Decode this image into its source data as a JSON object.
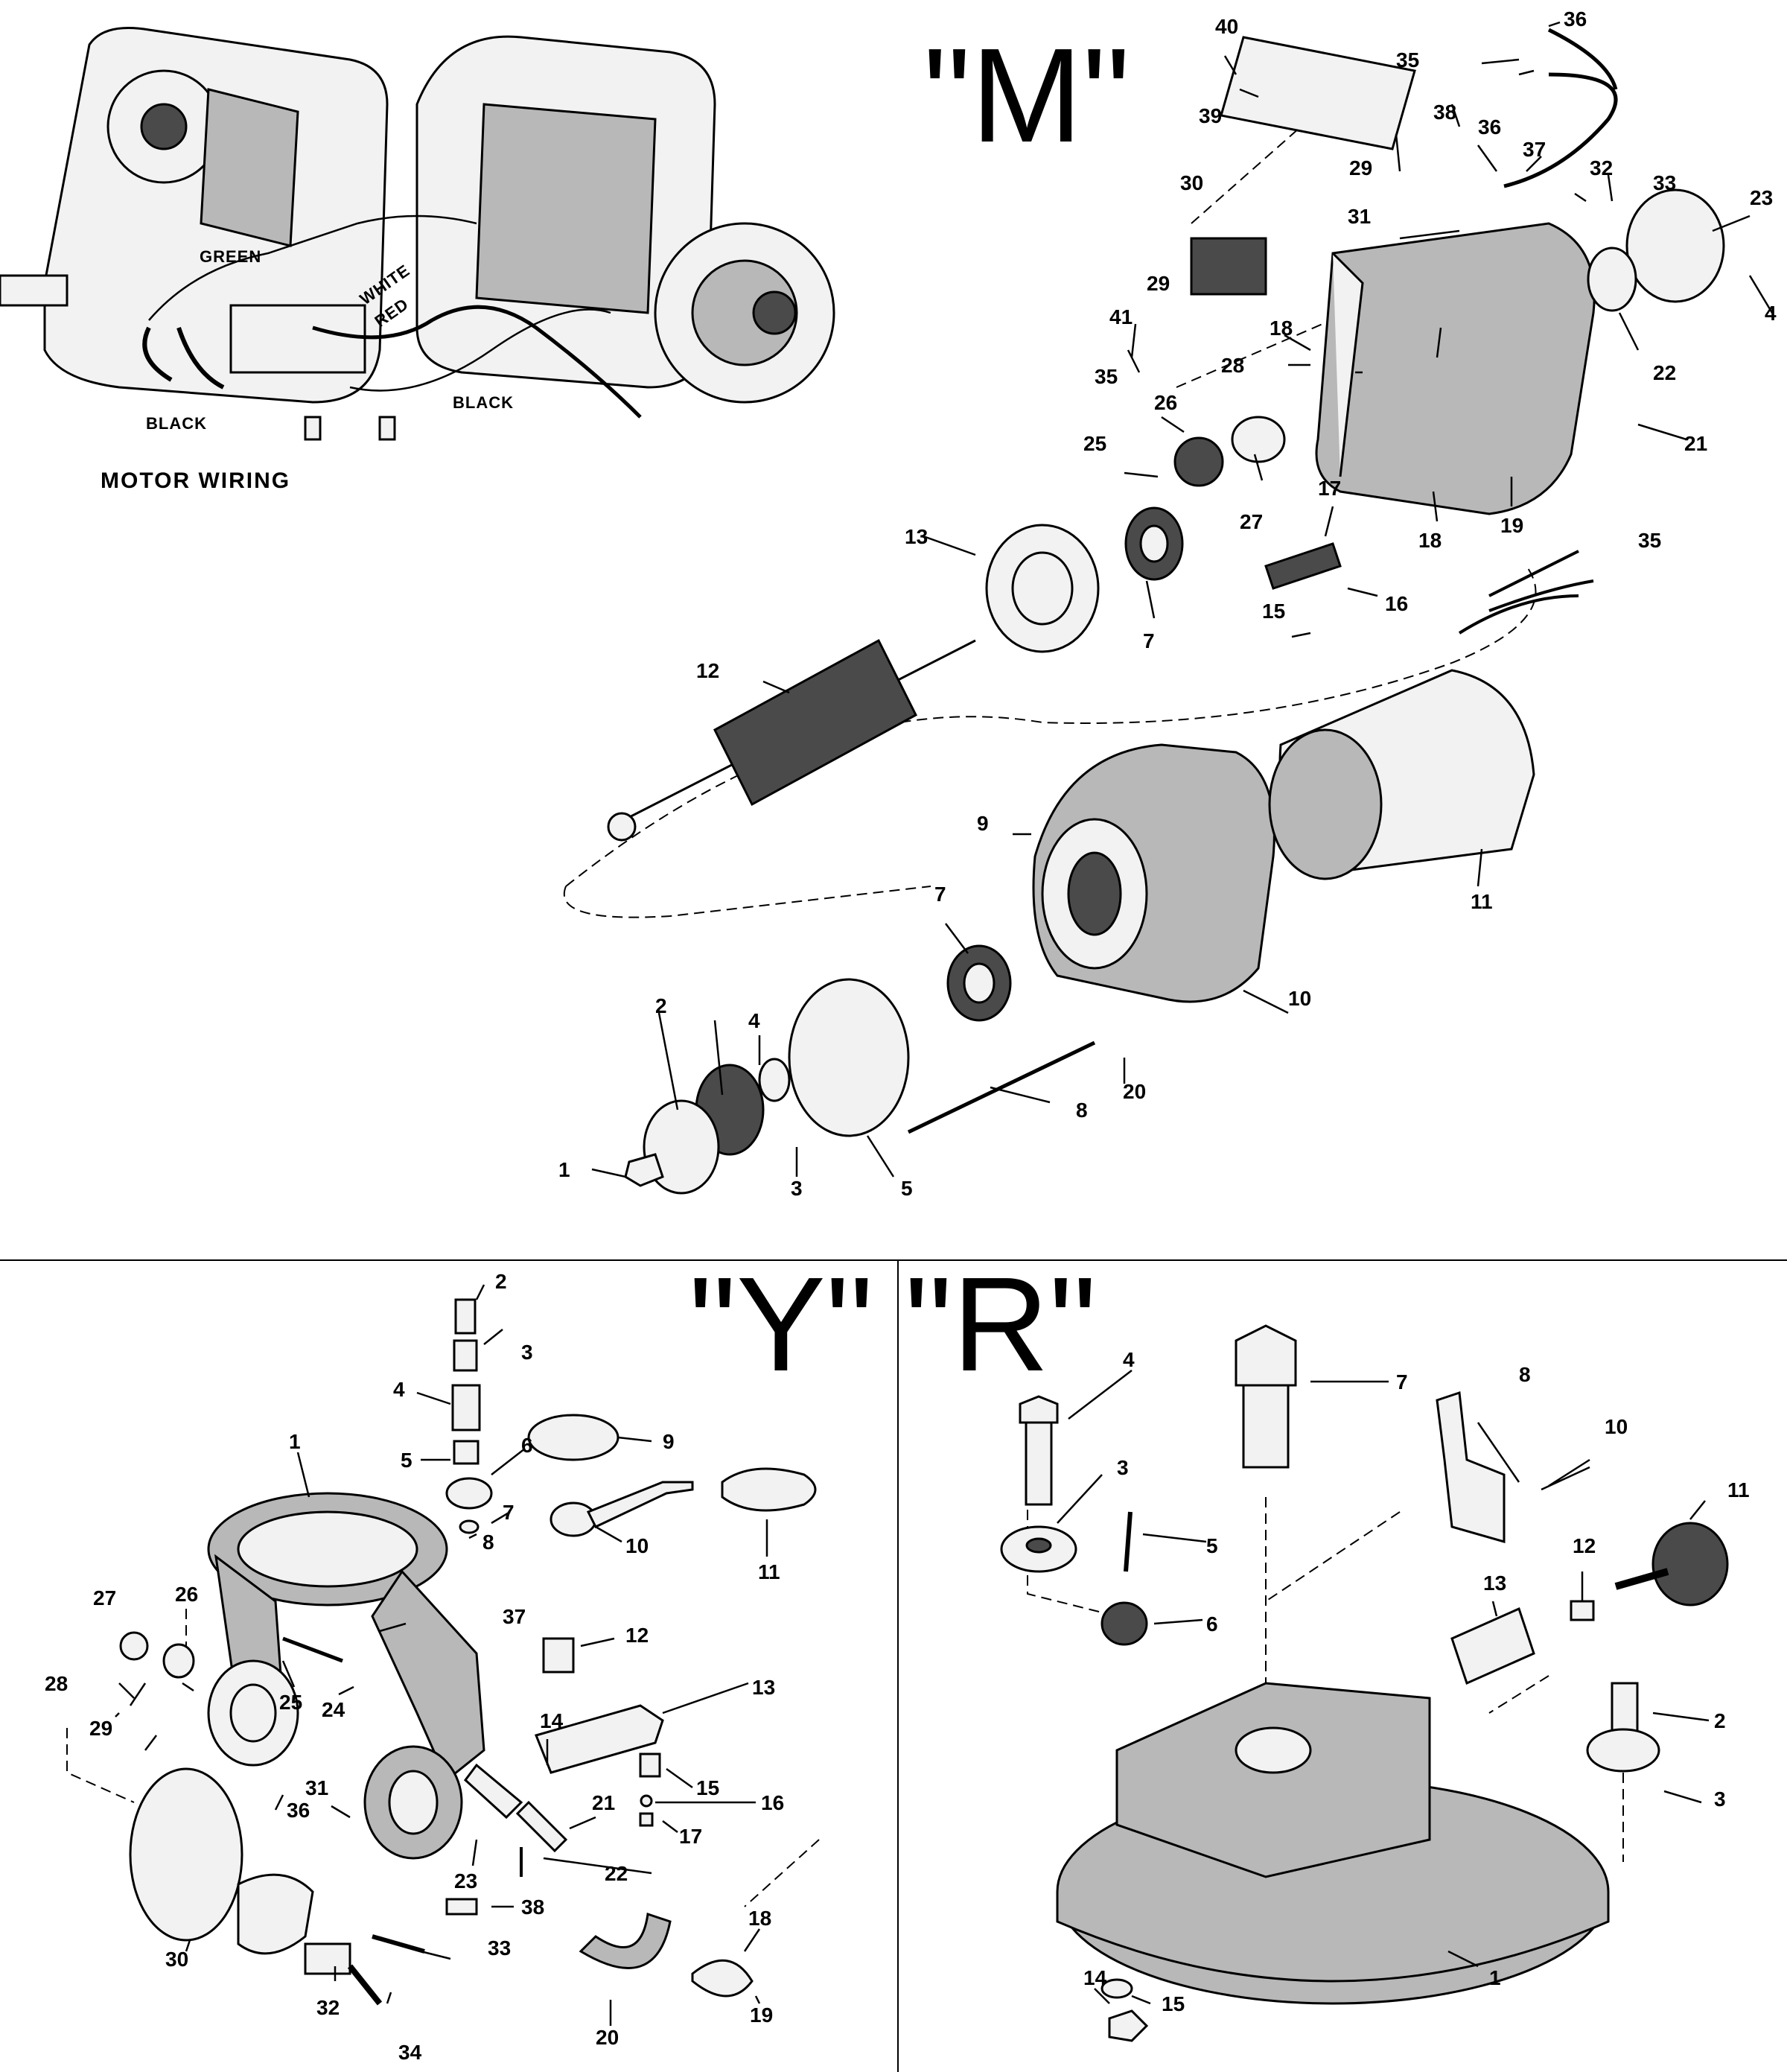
{
  "sections": {
    "m": {
      "letter": "\"M\""
    },
    "y": {
      "letter": "\"Y\""
    },
    "r": {
      "letter": "\"R\""
    }
  },
  "wiring": {
    "caption": "MOTOR WIRING",
    "labels": [
      "GREEN",
      "WHITE",
      "RED",
      "BLACK",
      "BLACK"
    ]
  },
  "callouts": {
    "m": [
      "1",
      "2",
      "3",
      "4",
      "4",
      "5",
      "7",
      "7",
      "8",
      "9",
      "10",
      "11",
      "12",
      "13",
      "15",
      "16",
      "17",
      "18",
      "18",
      "19",
      "20",
      "21",
      "22",
      "23",
      "25",
      "26",
      "27",
      "28",
      "29",
      "29",
      "30",
      "31",
      "32",
      "33",
      "35",
      "35",
      "35",
      "36",
      "36",
      "37",
      "38",
      "39",
      "40",
      "41"
    ],
    "y": [
      "1",
      "2",
      "3",
      "4",
      "5",
      "6",
      "7",
      "8",
      "9",
      "10",
      "11",
      "12",
      "13",
      "14",
      "15",
      "16",
      "17",
      "18",
      "19",
      "20",
      "21",
      "22",
      "23",
      "24",
      "25",
      "26",
      "27",
      "28",
      "29",
      "30",
      "31",
      "32",
      "33",
      "34",
      "36",
      "37",
      "38"
    ],
    "r": [
      "1",
      "2",
      "3",
      "3",
      "4",
      "5",
      "6",
      "7",
      "8",
      "10",
      "11",
      "12",
      "13",
      "14",
      "15"
    ]
  }
}
